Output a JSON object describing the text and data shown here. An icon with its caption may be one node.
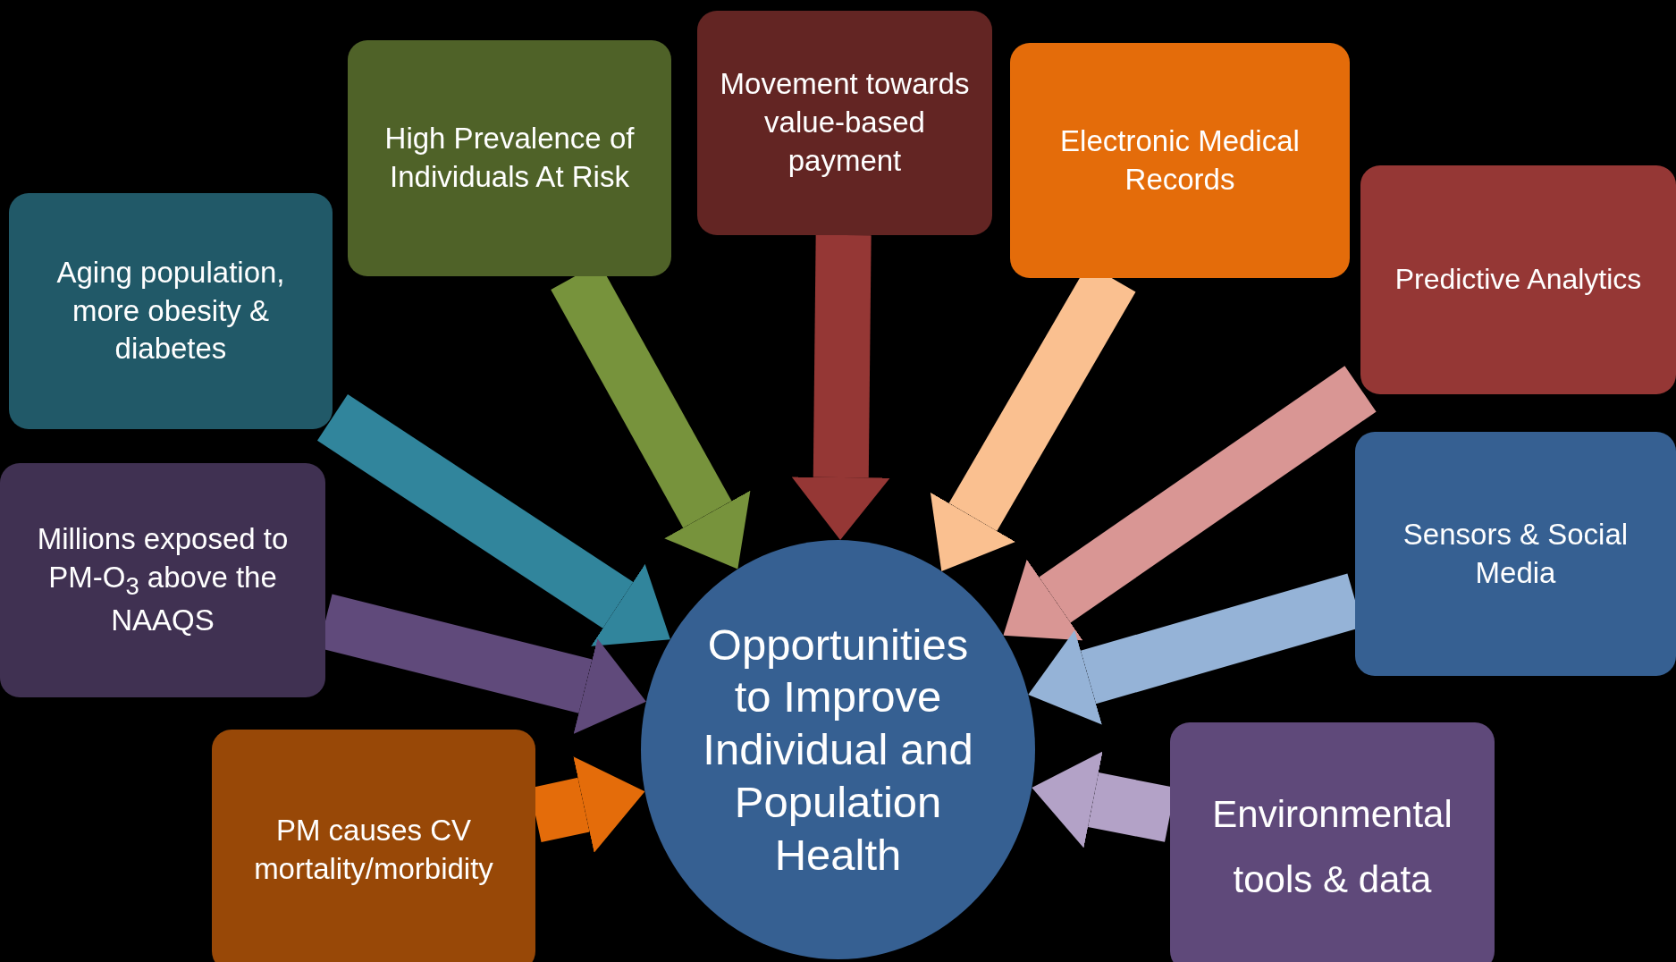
{
  "diagram": {
    "nodes": [
      {
        "text": [
          "Aging population, more obesity & diabetes"
        ]
      },
      {
        "text": [
          "High Prevalence of Individuals At Risk"
        ]
      },
      {
        "text": [
          "Movement towards value-based payment"
        ]
      },
      {
        "text": [
          "Electronic Medical Records"
        ]
      },
      {
        "text": [
          "Predictive Analytics"
        ]
      },
      {
        "text": [
          "Millions exposed to PM-O$_{3}$ above the NAAQS"
        ]
      },
      {
        "text": [
          "Sensors & Social Media"
        ]
      },
      {
        "text": [
          "PM causes CV mortality/morbidity"
        ]
      },
      {
        "text": [
          "Environmental tools & data"
        ]
      },
      {
        "text": [
          "Opportunities to Improve Individual and Population Health"
        ]
      }
    ],
    "edges": [
      {
        "from": 0,
        "to": 9,
        "arrow": "to",
        "color": "#31859c"
      },
      {
        "from": 1,
        "to": 9,
        "arrow": "to",
        "color": "#77933c"
      },
      {
        "from": 2,
        "to": 9,
        "arrow": "to",
        "color": "#953735"
      },
      {
        "from": 3,
        "to": 9,
        "arrow": "to",
        "color": "#fac090"
      },
      {
        "from": 4,
        "to": 9,
        "arrow": "to",
        "color": "#d99694"
      },
      {
        "from": 5,
        "to": 9,
        "arrow": "to",
        "color": "#604a7b"
      },
      {
        "from": 6,
        "to": 9,
        "arrow": "to",
        "color": "#95b3d7"
      },
      {
        "from": 7,
        "to": 9,
        "arrow": "to",
        "color": "#e46c0a"
      },
      {
        "from": 8,
        "to": 9,
        "arrow": "to",
        "color": "#b3a2c7"
      }
    ]
  }
}
